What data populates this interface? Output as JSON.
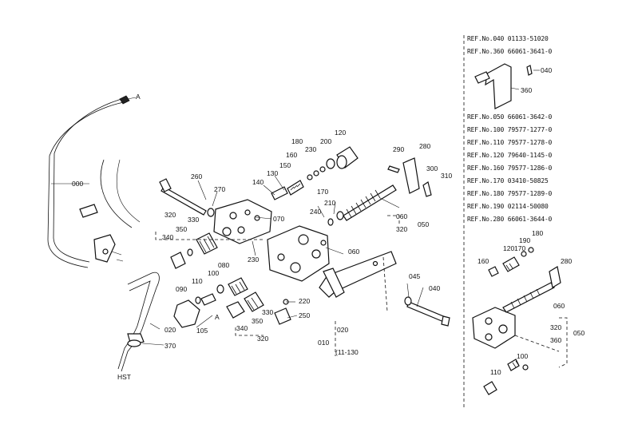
{
  "diagram": {
    "callouts": {
      "c000": "000",
      "cA_top": "A",
      "cA_low": "A",
      "c020": "020",
      "c370": "370",
      "cHST": "HST",
      "c260": "260",
      "c270": "270",
      "c320a": "320",
      "c330a": "330",
      "c340a": "340",
      "c350a": "350",
      "c070": "070",
      "c230a": "230",
      "c140": "140",
      "c130": "130",
      "c150": "150",
      "c160": "160",
      "c180": "180",
      "c230b": "230",
      "c200": "200",
      "c120": "120",
      "c170": "170",
      "c290": "290",
      "c280": "280",
      "c300": "300",
      "c310": "310",
      "c240": "240",
      "c210": "210",
      "c060": "060",
      "c320b": "320",
      "c050": "050",
      "c080": "080",
      "c100a": "100",
      "c110": "110",
      "c090": "090",
      "c105": "105",
      "c060b": "060",
      "c045": "045",
      "c040": "040",
      "c220": "220",
      "c250": "250",
      "c330b": "330",
      "c340b": "340",
      "c350b": "350",
      "c320c": "320",
      "c020b": "020",
      "c010": "010",
      "c11130": "(11-130",
      "r040": "040",
      "r360": "360",
      "r180": "180",
      "r190": "190",
      "r170": "170",
      "r120": "120",
      "r160": "160",
      "r280": "280",
      "r060": "060",
      "r320": "320",
      "r360b": "360",
      "r050": "050",
      "r100": "100",
      "r110": "110"
    },
    "references": [
      "REF.No.040  01133-51020",
      "REF.No.360  66061-3641-0",
      "REF.No.050  66061-3642-0",
      "REF.No.100  79577-1277-0",
      "REF.No.110  79577-1278-0",
      "REF.No.120  79640-1145-0",
      "REF.No.160  79577-1286-0",
      "REF.No.170  03410-50825",
      "REF.No.180  79577-1289-0",
      "REF.No.190  02114-50080",
      "REF.No.280  66061-3644-0"
    ]
  }
}
